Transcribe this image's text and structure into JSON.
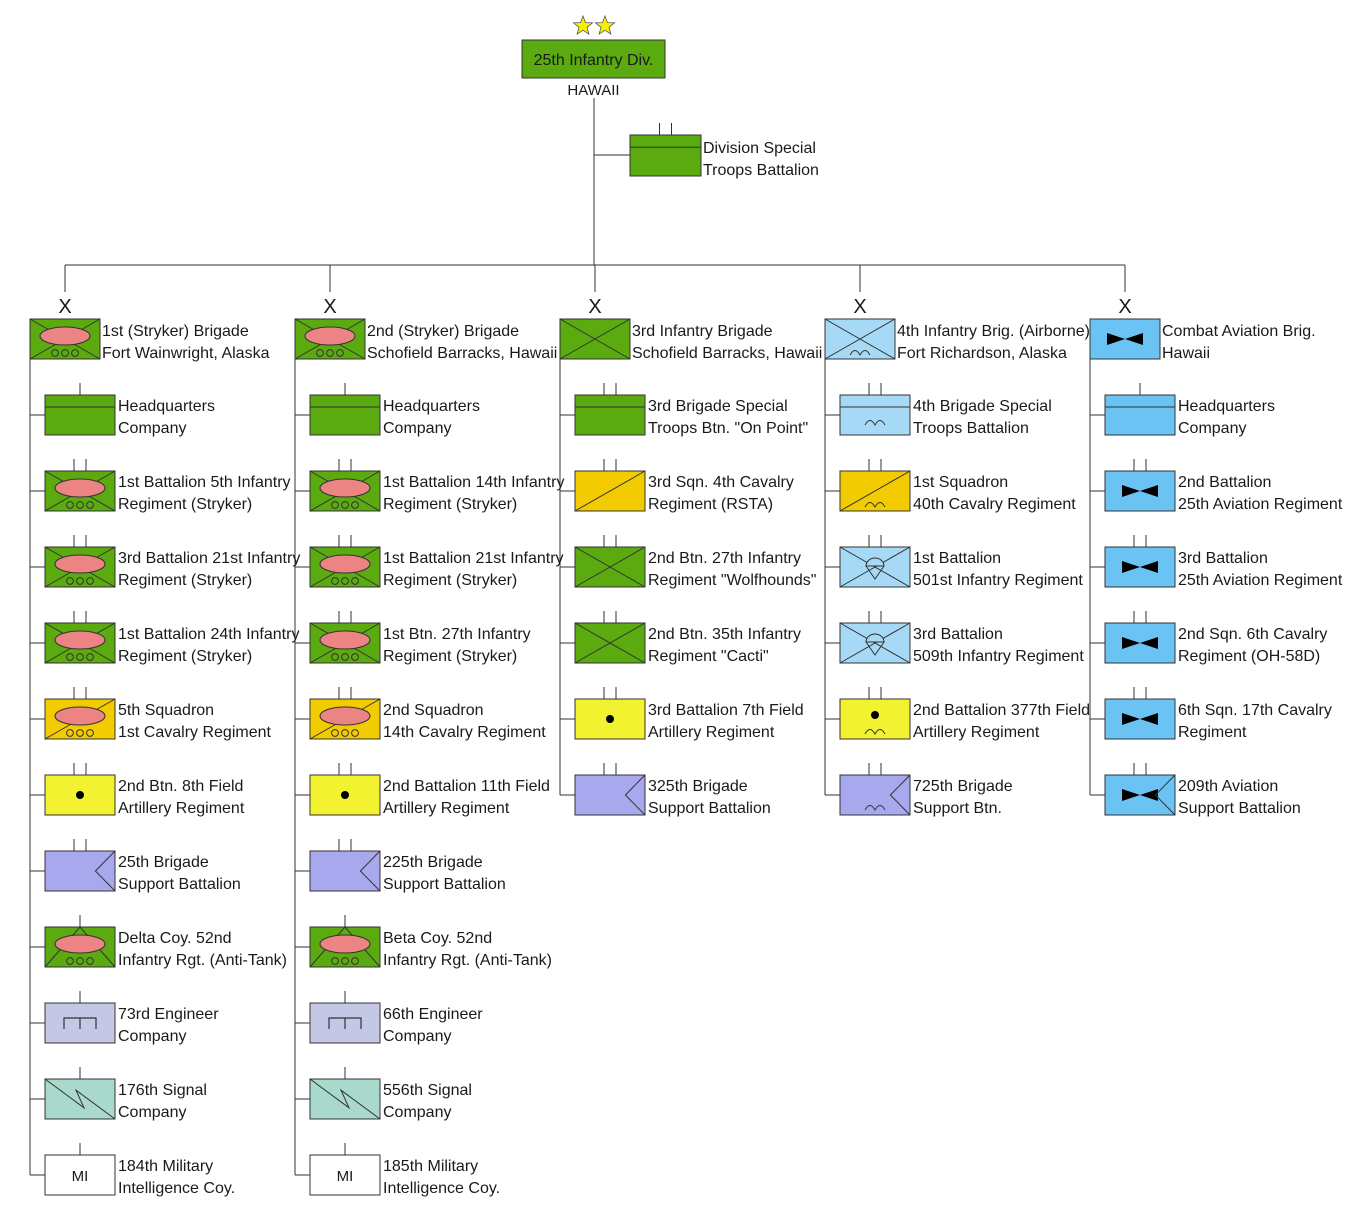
{
  "division": {
    "name": "25th Infantry Div.",
    "location": "HAWAII",
    "rank_symbol": "star-star-icon"
  },
  "special_troops": {
    "line1": "Division Special",
    "line2": "Troops Battalion",
    "symbol": "plain"
  },
  "brigade_echelon": "X",
  "colors": {
    "green": "#5aaa10",
    "yellow": "#f2f230",
    "gold": "#f2cc00",
    "lilac": "#a8a8ee",
    "light_blue": "#a6d9f5",
    "aviation_blue": "#6ac3f2",
    "engineer_grey": "#c4c8e6",
    "signal_teal": "#a9d8cc",
    "white": "#ffffff",
    "armor_pink": "#ec8484",
    "star_yellow": "#f7f000"
  },
  "brigades": [
    {
      "line1": "1st (Stryker) Brigade",
      "line2": "Fort Wainwright, Alaska",
      "fill": "green",
      "symbol": "stryker-brigade",
      "units": [
        {
          "line1": "Headquarters",
          "line2": "Company",
          "fill": "green",
          "symbol": "plain"
        },
        {
          "line1": "1st Battalion 5th Infantry",
          "line2": "Regiment (Stryker)",
          "fill": "green",
          "symbol": "stryker"
        },
        {
          "line1": "3rd Battalion 21st Infantry",
          "line2": "Regiment (Stryker)",
          "fill": "green",
          "symbol": "stryker"
        },
        {
          "line1": "1st Battalion 24th Infantry",
          "line2": "Regiment (Stryker)",
          "fill": "green",
          "symbol": "stryker"
        },
        {
          "line1": "5th Squadron",
          "line2": "1st Cavalry Regiment",
          "fill": "gold",
          "symbol": "cavalry-stryker"
        },
        {
          "line1": "2nd Btn. 8th Field",
          "line2": "Artillery Regiment",
          "fill": "yellow",
          "symbol": "artillery"
        },
        {
          "line1": "25th Brigade",
          "line2": "Support Battalion",
          "fill": "lilac",
          "symbol": "support"
        },
        {
          "line1": "Delta Coy. 52nd",
          "line2": "Infantry Rgt. (Anti-Tank)",
          "fill": "green",
          "symbol": "antitank"
        },
        {
          "line1": "73rd Engineer",
          "line2": "Company",
          "fill": "engineer_grey",
          "symbol": "engineer"
        },
        {
          "line1": "176th Signal",
          "line2": "Company",
          "fill": "signal_teal",
          "symbol": "signal"
        },
        {
          "line1": "184th Military",
          "line2": "Intelligence Coy.",
          "fill": "white",
          "symbol": "mi",
          "mi_text": "MI"
        }
      ]
    },
    {
      "line1": "2nd (Stryker) Brigade",
      "line2": "Schofield Barracks, Hawaii",
      "fill": "green",
      "symbol": "stryker-brigade",
      "units": [
        {
          "line1": "Headquarters",
          "line2": "Company",
          "fill": "green",
          "symbol": "plain"
        },
        {
          "line1": "1st Battalion 14th Infantry",
          "line2": "Regiment (Stryker)",
          "fill": "green",
          "symbol": "stryker"
        },
        {
          "line1": "1st Battalion 21st Infantry",
          "line2": "Regiment (Stryker)",
          "fill": "green",
          "symbol": "stryker"
        },
        {
          "line1": "1st Btn. 27th Infantry",
          "line2": "Regiment (Stryker)",
          "fill": "green",
          "symbol": "stryker"
        },
        {
          "line1": "2nd Squadron",
          "line2": "14th Cavalry Regiment",
          "fill": "gold",
          "symbol": "cavalry-stryker"
        },
        {
          "line1": "2nd Battalion 11th Field",
          "line2": "Artillery Regiment",
          "fill": "yellow",
          "symbol": "artillery"
        },
        {
          "line1": "225th Brigade",
          "line2": "Support Battalion",
          "fill": "lilac",
          "symbol": "support"
        },
        {
          "line1": "Beta Coy. 52nd",
          "line2": "Infantry Rgt. (Anti-Tank)",
          "fill": "green",
          "symbol": "antitank"
        },
        {
          "line1": "66th Engineer",
          "line2": "Company",
          "fill": "engineer_grey",
          "symbol": "engineer"
        },
        {
          "line1": "556th Signal",
          "line2": "Company",
          "fill": "signal_teal",
          "symbol": "signal"
        },
        {
          "line1": "185th Military",
          "line2": "Intelligence Coy.",
          "fill": "white",
          "symbol": "mi",
          "mi_text": "MI"
        }
      ]
    },
    {
      "line1": "3rd Infantry Brigade",
      "line2": "Schofield Barracks, Hawaii",
      "fill": "green",
      "symbol": "infantry",
      "units": [
        {
          "line1": "3rd Brigade Special",
          "line2": "Troops Btn. \"On Point\"",
          "fill": "green",
          "symbol": "plain"
        },
        {
          "line1": "3rd Sqn. 4th Cavalry",
          "line2": "Regiment (RSTA)",
          "fill": "gold",
          "symbol": "cavalry"
        },
        {
          "line1": "2nd Btn. 27th Infantry",
          "line2": "Regiment \"Wolfhounds\"",
          "fill": "green",
          "symbol": "infantry"
        },
        {
          "line1": "2nd Btn. 35th Infantry",
          "line2": "Regiment \"Cacti\"",
          "fill": "green",
          "symbol": "infantry"
        },
        {
          "line1": "3rd Battalion 7th Field",
          "line2": "Artillery Regiment",
          "fill": "yellow",
          "symbol": "artillery"
        },
        {
          "line1": "325th Brigade",
          "line2": "Support Battalion",
          "fill": "lilac",
          "symbol": "support"
        }
      ]
    },
    {
      "line1": "4th Infantry Brig. (Airborne)",
      "line2": "Fort Richardson, Alaska",
      "fill": "light_blue",
      "symbol": "airborne-infantry",
      "units": [
        {
          "line1": "4th Brigade Special",
          "line2": "Troops Battalion",
          "fill": "light_blue",
          "symbol": "airborne-plain"
        },
        {
          "line1": "1st Squadron",
          "line2": "40th Cavalry Regiment",
          "fill": "gold",
          "symbol": "airborne-cavalry"
        },
        {
          "line1": "1st Battalion",
          "line2": "501st Infantry Regiment",
          "fill": "light_blue",
          "symbol": "parachute-infantry"
        },
        {
          "line1": "3rd Battalion",
          "line2": "509th Infantry Regiment",
          "fill": "light_blue",
          "symbol": "parachute-infantry"
        },
        {
          "line1": "2nd Battalion 377th Field",
          "line2": "Artillery Regiment",
          "fill": "yellow",
          "symbol": "airborne-artillery"
        },
        {
          "line1": "725th Brigade",
          "line2": "Support Btn.",
          "fill": "lilac",
          "symbol": "airborne-support"
        }
      ]
    },
    {
      "line1": "Combat Aviation Brig.",
      "line2": "Hawaii",
      "fill": "aviation_blue",
      "symbol": "aviation",
      "units": [
        {
          "line1": "Headquarters",
          "line2": "Company",
          "fill": "aviation_blue",
          "symbol": "plain"
        },
        {
          "line1": "2nd Battalion",
          "line2": "25th Aviation Regiment",
          "fill": "aviation_blue",
          "symbol": "aviation"
        },
        {
          "line1": "3rd Battalion",
          "line2": "25th Aviation Regiment",
          "fill": "aviation_blue",
          "symbol": "aviation"
        },
        {
          "line1": "2nd Sqn. 6th Cavalry",
          "line2": "Regiment (OH-58D)",
          "fill": "aviation_blue",
          "symbol": "aviation"
        },
        {
          "line1": "6th Sqn. 17th Cavalry",
          "line2": "Regiment",
          "fill": "aviation_blue",
          "symbol": "aviation"
        },
        {
          "line1": "209th Aviation",
          "line2": "Support Battalion",
          "fill": "aviation_blue",
          "symbol": "aviation-support"
        }
      ]
    }
  ]
}
